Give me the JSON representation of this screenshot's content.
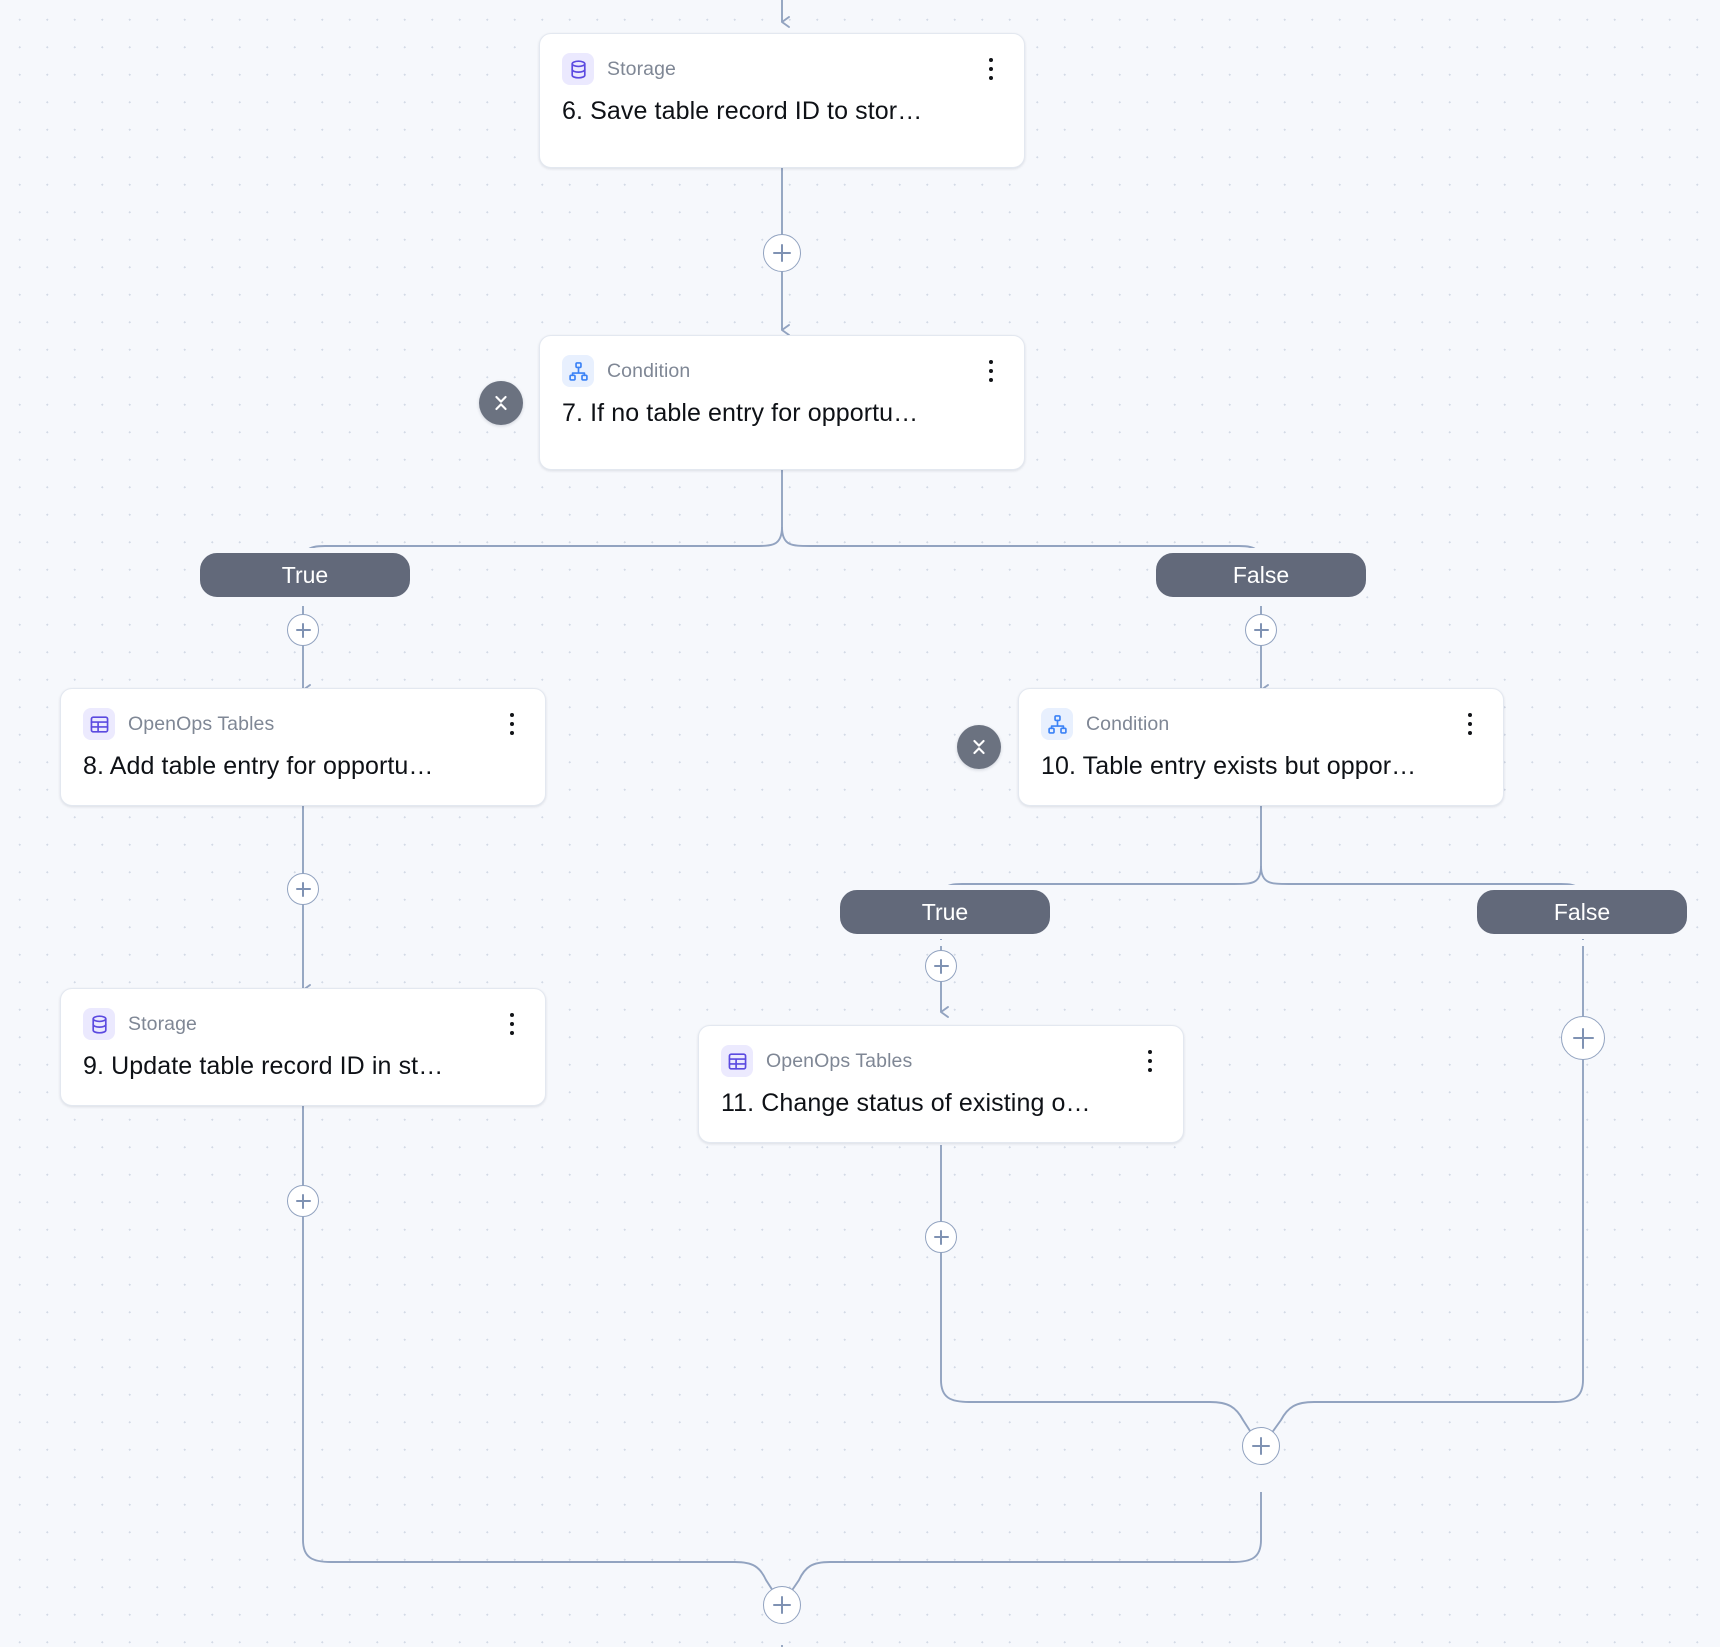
{
  "canvas": {
    "background_color": "#f6f8fc",
    "dot_grid_color": "#d3dae6",
    "edge_color": "#92a3c0"
  },
  "palette": {
    "node_bg": "#ffffff",
    "node_border": "#e3e8f0",
    "node_title_color": "#0e1116",
    "node_type_color": "#7f8795",
    "pill_bg": "#62697a",
    "pill_text": "#ffffff",
    "collapse_bg": "#6b7280",
    "icon_purple": "#5b4ae0",
    "icon_blue": "#3b82f6",
    "icon_bg_purple": "#ebe9fe",
    "icon_bg_blue": "#e8f0fe"
  },
  "nodes": [
    {
      "id": "step-6",
      "type_label": "Storage",
      "title": "6. Save table record ID to stor…",
      "icon": "database-icon",
      "icon_theme": "storage",
      "menu_icon": "kebab-menu-icon",
      "collapsible": false
    },
    {
      "id": "step-7",
      "type_label": "Condition",
      "title": "7. If no table entry for opportu…",
      "icon": "branch-hierarchy-icon",
      "icon_theme": "cond",
      "menu_icon": "kebab-menu-icon",
      "collapsible": true,
      "collapse_icon": "collapse-chevrons-icon"
    },
    {
      "id": "step-8",
      "type_label": "OpenOps Tables",
      "title": "8. Add table entry for opportu…",
      "icon": "table-grid-icon",
      "icon_theme": "tables",
      "menu_icon": "kebab-menu-icon",
      "collapsible": false
    },
    {
      "id": "step-9",
      "type_label": "Storage",
      "title": "9. Update table record ID in st…",
      "icon": "database-icon",
      "icon_theme": "storage",
      "menu_icon": "kebab-menu-icon",
      "collapsible": false
    },
    {
      "id": "step-10",
      "type_label": "Condition",
      "title": "10. Table entry exists but oppor…",
      "icon": "branch-hierarchy-icon",
      "icon_theme": "cond",
      "menu_icon": "kebab-menu-icon",
      "collapsible": true,
      "collapse_icon": "collapse-chevrons-icon"
    },
    {
      "id": "step-11",
      "type_label": "OpenOps Tables",
      "title": "11. Change status of existing o…",
      "icon": "table-grid-icon",
      "icon_theme": "tables",
      "menu_icon": "kebab-menu-icon",
      "collapsible": false
    }
  ],
  "branch_labels": {
    "cond7_true": "True",
    "cond7_false": "False",
    "cond10_true": "True",
    "cond10_false": "False"
  },
  "add_buttons": [
    {
      "id": "add-after-step-6",
      "label": "+"
    },
    {
      "id": "add-branch-true-7",
      "label": "+"
    },
    {
      "id": "add-branch-false-7",
      "label": "+"
    },
    {
      "id": "add-after-step-8",
      "label": "+"
    },
    {
      "id": "add-after-step-9",
      "label": "+"
    },
    {
      "id": "add-branch-true-10",
      "label": "+"
    },
    {
      "id": "add-branch-false-10",
      "label": "+"
    },
    {
      "id": "add-after-step-11",
      "label": "+"
    },
    {
      "id": "add-merge-inner",
      "label": "+"
    },
    {
      "id": "add-merge-outer",
      "label": "+"
    }
  ]
}
